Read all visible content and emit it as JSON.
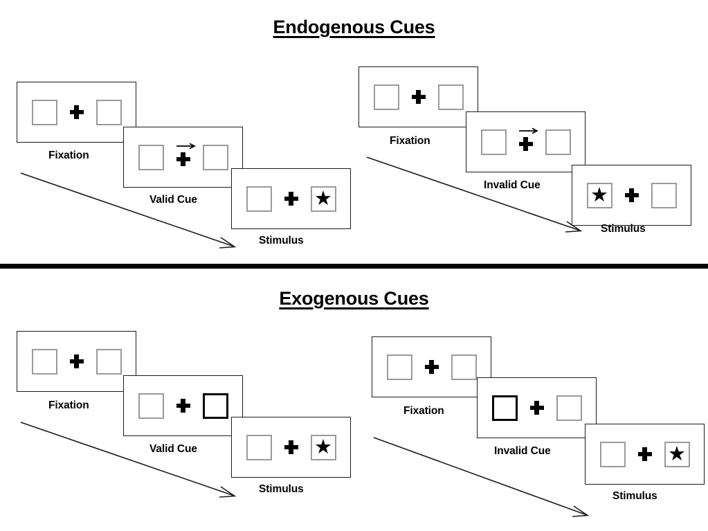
{
  "figure": {
    "title_endogenous": "Endogenous Cues",
    "title_exogenous": "Exogenous Cues",
    "divider_color": "#000000",
    "background": "#ffffff"
  },
  "labels": {
    "fixation": "Fixation",
    "valid_cue": "Valid Cue",
    "invalid_cue": "Invalid Cue",
    "stimulus": "Stimulus"
  },
  "glyphs": {
    "star": "★",
    "fixation_cross": "plus-sign",
    "arrow_cue": "right-arrow",
    "time_arrow": "diagonal-arrow-down-right"
  },
  "colors": {
    "box_outline": "#9a9a9a",
    "cued_box_outline": "#000000",
    "frame_outline": "#1a1a1a",
    "ink": "#000000"
  },
  "sections": [
    {
      "id": "endogenous",
      "title": "Endogenous Cues",
      "cue_type": "central-arrow",
      "sequences": [
        {
          "id": "endogenous-valid",
          "validity": "valid",
          "frames": [
            {
              "label": "Fixation",
              "left_box": "empty",
              "right_box": "empty",
              "center": "plus",
              "cued_side": "none"
            },
            {
              "label": "Valid Cue",
              "left_box": "empty",
              "right_box": "empty",
              "center": "plus-with-arrow",
              "cued_side": "right-arrow-cue"
            },
            {
              "label": "Stimulus",
              "left_box": "empty",
              "right_box": "star",
              "center": "plus",
              "cued_side": "none"
            }
          ]
        },
        {
          "id": "endogenous-invalid",
          "validity": "invalid",
          "frames": [
            {
              "label": "Fixation",
              "left_box": "empty",
              "right_box": "empty",
              "center": "plus",
              "cued_side": "none"
            },
            {
              "label": "Invalid Cue",
              "left_box": "empty",
              "right_box": "empty",
              "center": "plus-with-arrow",
              "cued_side": "right-arrow-cue"
            },
            {
              "label": "Stimulus",
              "left_box": "star",
              "right_box": "empty",
              "center": "plus",
              "cued_side": "none"
            }
          ]
        }
      ]
    },
    {
      "id": "exogenous",
      "title": "Exogenous Cues",
      "cue_type": "peripheral-box-flash",
      "sequences": [
        {
          "id": "exogenous-valid",
          "validity": "valid",
          "frames": [
            {
              "label": "Fixation",
              "left_box": "empty",
              "right_box": "empty",
              "center": "plus",
              "cued_side": "none"
            },
            {
              "label": "Valid Cue",
              "left_box": "empty",
              "right_box": "empty-cued",
              "center": "plus",
              "cued_side": "right"
            },
            {
              "label": "Stimulus",
              "left_box": "empty",
              "right_box": "star",
              "center": "plus",
              "cued_side": "none"
            }
          ]
        },
        {
          "id": "exogenous-invalid",
          "validity": "invalid",
          "frames": [
            {
              "label": "Fixation",
              "left_box": "empty",
              "right_box": "empty",
              "center": "plus",
              "cued_side": "none"
            },
            {
              "label": "Invalid Cue",
              "left_box": "empty-cued",
              "right_box": "empty",
              "center": "plus",
              "cued_side": "left"
            },
            {
              "label": "Stimulus",
              "left_box": "empty",
              "right_box": "star",
              "center": "plus",
              "cued_side": "none"
            }
          ]
        }
      ]
    }
  ]
}
